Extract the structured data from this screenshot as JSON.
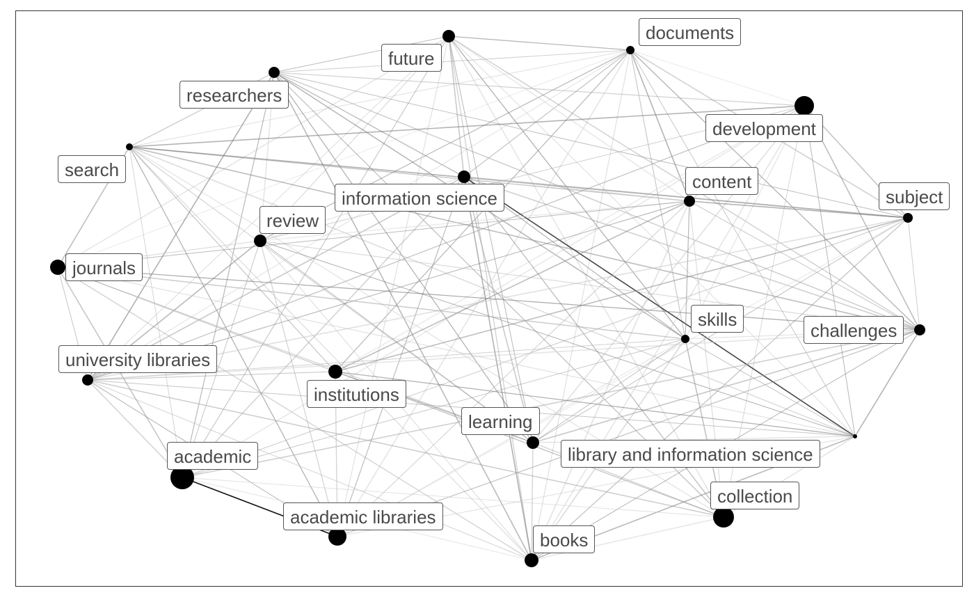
{
  "nodes": [
    {
      "id": "documents",
      "label": "documents",
      "size": 6
    },
    {
      "id": "future",
      "label": "future",
      "size": 9
    },
    {
      "id": "researchers",
      "label": "researchers",
      "size": 8
    },
    {
      "id": "development",
      "label": "development",
      "size": 14
    },
    {
      "id": "search",
      "label": "search",
      "size": 5
    },
    {
      "id": "information-science",
      "label": "information science",
      "size": 9
    },
    {
      "id": "content",
      "label": "content",
      "size": 8
    },
    {
      "id": "subject",
      "label": "subject",
      "size": 7
    },
    {
      "id": "review",
      "label": "review",
      "size": 9
    },
    {
      "id": "journals",
      "label": "journals",
      "size": 11
    },
    {
      "id": "skills",
      "label": "skills",
      "size": 6
    },
    {
      "id": "challenges",
      "label": "challenges",
      "size": 8
    },
    {
      "id": "university-libraries",
      "label": "university libraries",
      "size": 8
    },
    {
      "id": "institutions",
      "label": "institutions",
      "size": 10
    },
    {
      "id": "learning",
      "label": "learning",
      "size": 9
    },
    {
      "id": "library-and-information-science",
      "label": "library and information science",
      "size": 3
    },
    {
      "id": "academic",
      "label": "academic",
      "size": 17
    },
    {
      "id": "collection",
      "label": "collection",
      "size": 15
    },
    {
      "id": "academic-libraries",
      "label": "academic libraries",
      "size": 13
    },
    {
      "id": "books",
      "label": "books",
      "size": 10
    }
  ],
  "colors": {
    "node": "#000000",
    "edge": "#888888",
    "strong_edge": "#000000",
    "label_text": "#4a4a4a",
    "label_border": "#555555"
  }
}
